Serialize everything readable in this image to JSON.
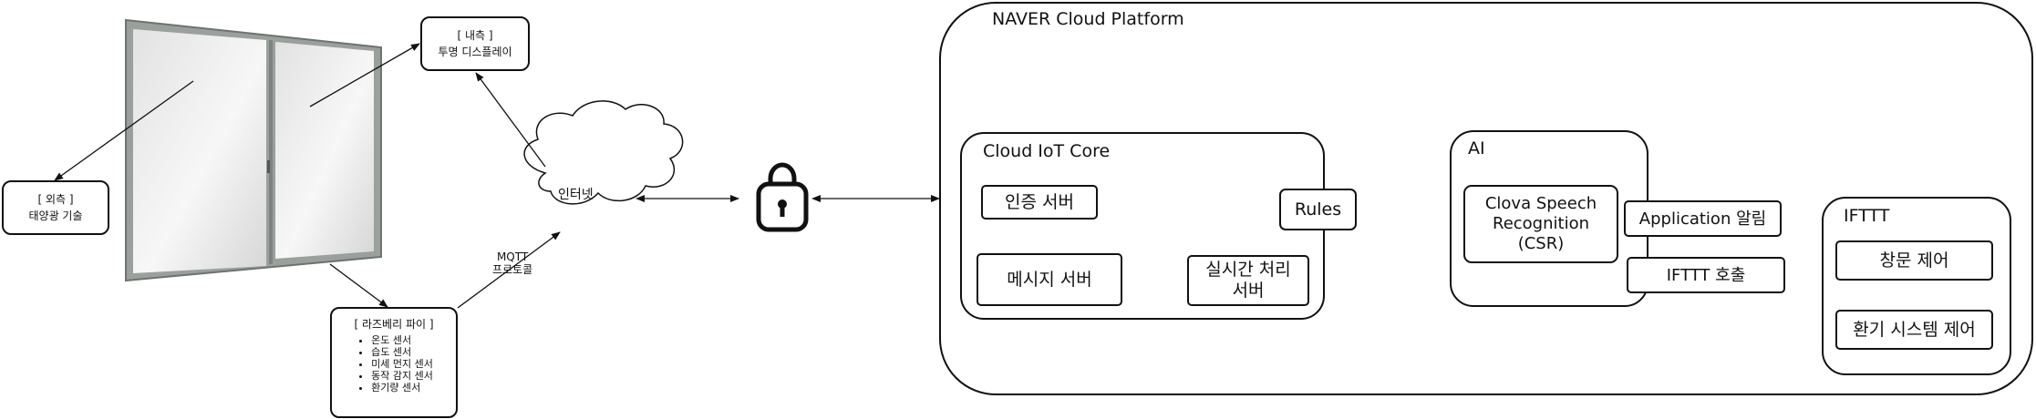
{
  "window_box": {
    "title": "[ 외측 ]",
    "text": "태양광 기술"
  },
  "display_box": {
    "title": "[ 내측 ]",
    "text": "투명 디스플레이"
  },
  "cloud_label": "인터넷",
  "mqtt_label": [
    "MQTT",
    "프로토콜"
  ],
  "raspberry": {
    "title": "[ 라즈베리 파이 ]",
    "sensors": [
      "온도 센서",
      "습도 센서",
      "미세 먼지 센서",
      "동작 감지 센서",
      "환기량 센서"
    ]
  },
  "ncp": {
    "title": "NAVER Cloud Platform"
  },
  "iot_core": {
    "title": "Cloud IoT Core",
    "auth_server": "인증 서버",
    "message_server": "메시지 서버",
    "realtime_server": [
      "실시간 처리",
      "서버"
    ],
    "rules": "Rules"
  },
  "ai": {
    "title": "AI",
    "csr": [
      "Clova Speech",
      "Recognition",
      "(CSR)"
    ],
    "app_alert": "Application 알림",
    "ifttt_call": "IFTTT 호출"
  },
  "ifttt": {
    "title": "IFTTT",
    "window_control": "창문 제어",
    "vent_control": "환기 시스템 제어"
  }
}
